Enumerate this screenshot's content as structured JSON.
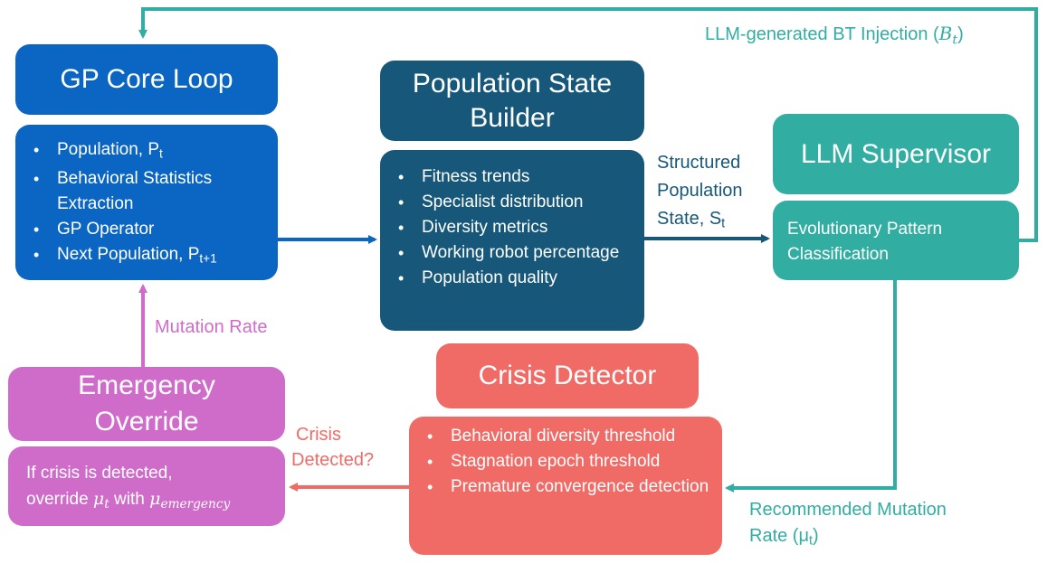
{
  "colors": {
    "gp": "#0b66c3",
    "population": "#17587a",
    "llm": "#32ada2",
    "crisis": "#f16b66",
    "emergency": "#cf6cc9"
  },
  "gp_core": {
    "title": "GP Core Loop",
    "items": [
      {
        "text": "Population, P",
        "sub": "t"
      },
      {
        "text": "Behavioral Statistics Extraction",
        "sub": ""
      },
      {
        "text": "GP Operator",
        "sub": ""
      },
      {
        "text": "Next Population, P",
        "sub": "t+1"
      }
    ]
  },
  "population_state": {
    "title_line1": "Population State",
    "title_line2": "Builder",
    "items": [
      "Fitness trends",
      "Specialist distribution",
      "Diversity metrics",
      "Working robot percentage",
      "Population quality"
    ]
  },
  "llm_supervisor": {
    "title": "LLM Supervisor",
    "body": "Evolutionary Pattern Classification"
  },
  "crisis_detector": {
    "title": "Crisis Detector",
    "items": [
      "Behavioral diversity threshold",
      "Stagnation epoch threshold",
      "Premature convergence detection"
    ]
  },
  "emergency_override": {
    "title_line1": "Emergency",
    "title_line2": "Override",
    "body_line1": "If crisis is detected,",
    "body_prefix": "override ",
    "body_mu": "μ",
    "body_mu_sub": "t",
    "body_with": " with ",
    "body_mu2": "μ",
    "body_mu2_sub": "emergency"
  },
  "labels": {
    "bt_injection_prefix": "LLM-generated BT Injection (",
    "bt_injection_symbol": "B",
    "bt_injection_sub": "t",
    "bt_injection_suffix": ")",
    "structured_line1": "Structured",
    "structured_line2": "Population",
    "structured_line3_prefix": "State, S",
    "structured_line3_sub": "t",
    "mutation_rate": "Mutation Rate",
    "crisis_line1": "Crisis",
    "crisis_line2": "Detected?",
    "recommended_line1": "Recommended Mutation",
    "recommended_line2_prefix": "Rate (μ",
    "recommended_line2_sub": "t",
    "recommended_line2_suffix": ")"
  }
}
